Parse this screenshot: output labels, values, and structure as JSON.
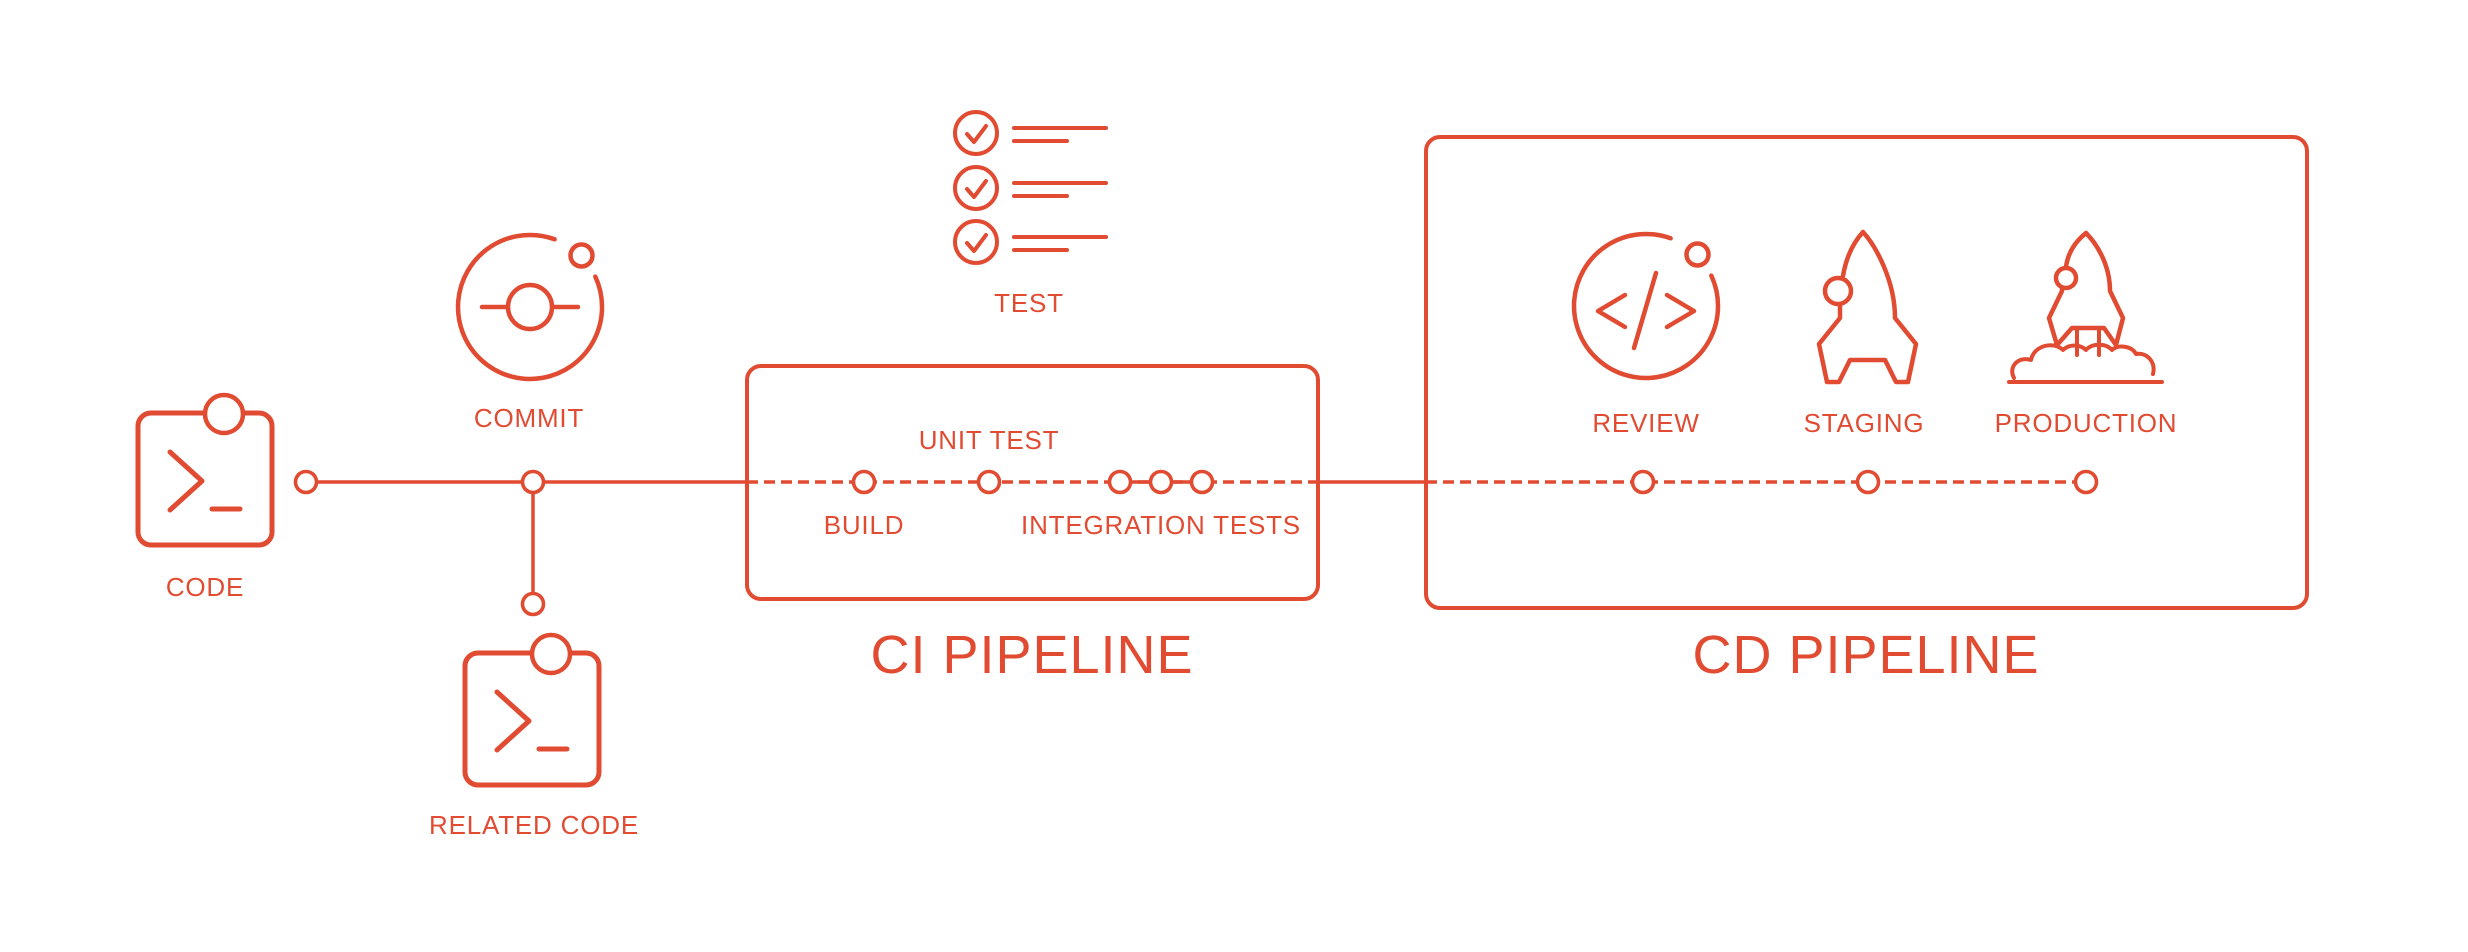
{
  "theme": {
    "accent_color": "#E14B32",
    "background_color": "#FFFFFF"
  },
  "diagram": {
    "type": "ci-cd-pipeline-flow",
    "source": {
      "code_label": "CODE",
      "commit_label": "COMMIT",
      "related_code_label": "RELATED CODE"
    },
    "test": {
      "label": "TEST",
      "checklist_rows": 3
    },
    "ci_pipeline": {
      "title": "CI PIPELINE",
      "stage_build": "BUILD",
      "stage_unit_test": "UNIT TEST",
      "stage_integration": "INTEGRATION TESTS"
    },
    "cd_pipeline": {
      "title": "CD PIPELINE",
      "stage_review": "REVIEW",
      "stage_staging": "STAGING",
      "stage_production": "PRODUCTION"
    }
  }
}
